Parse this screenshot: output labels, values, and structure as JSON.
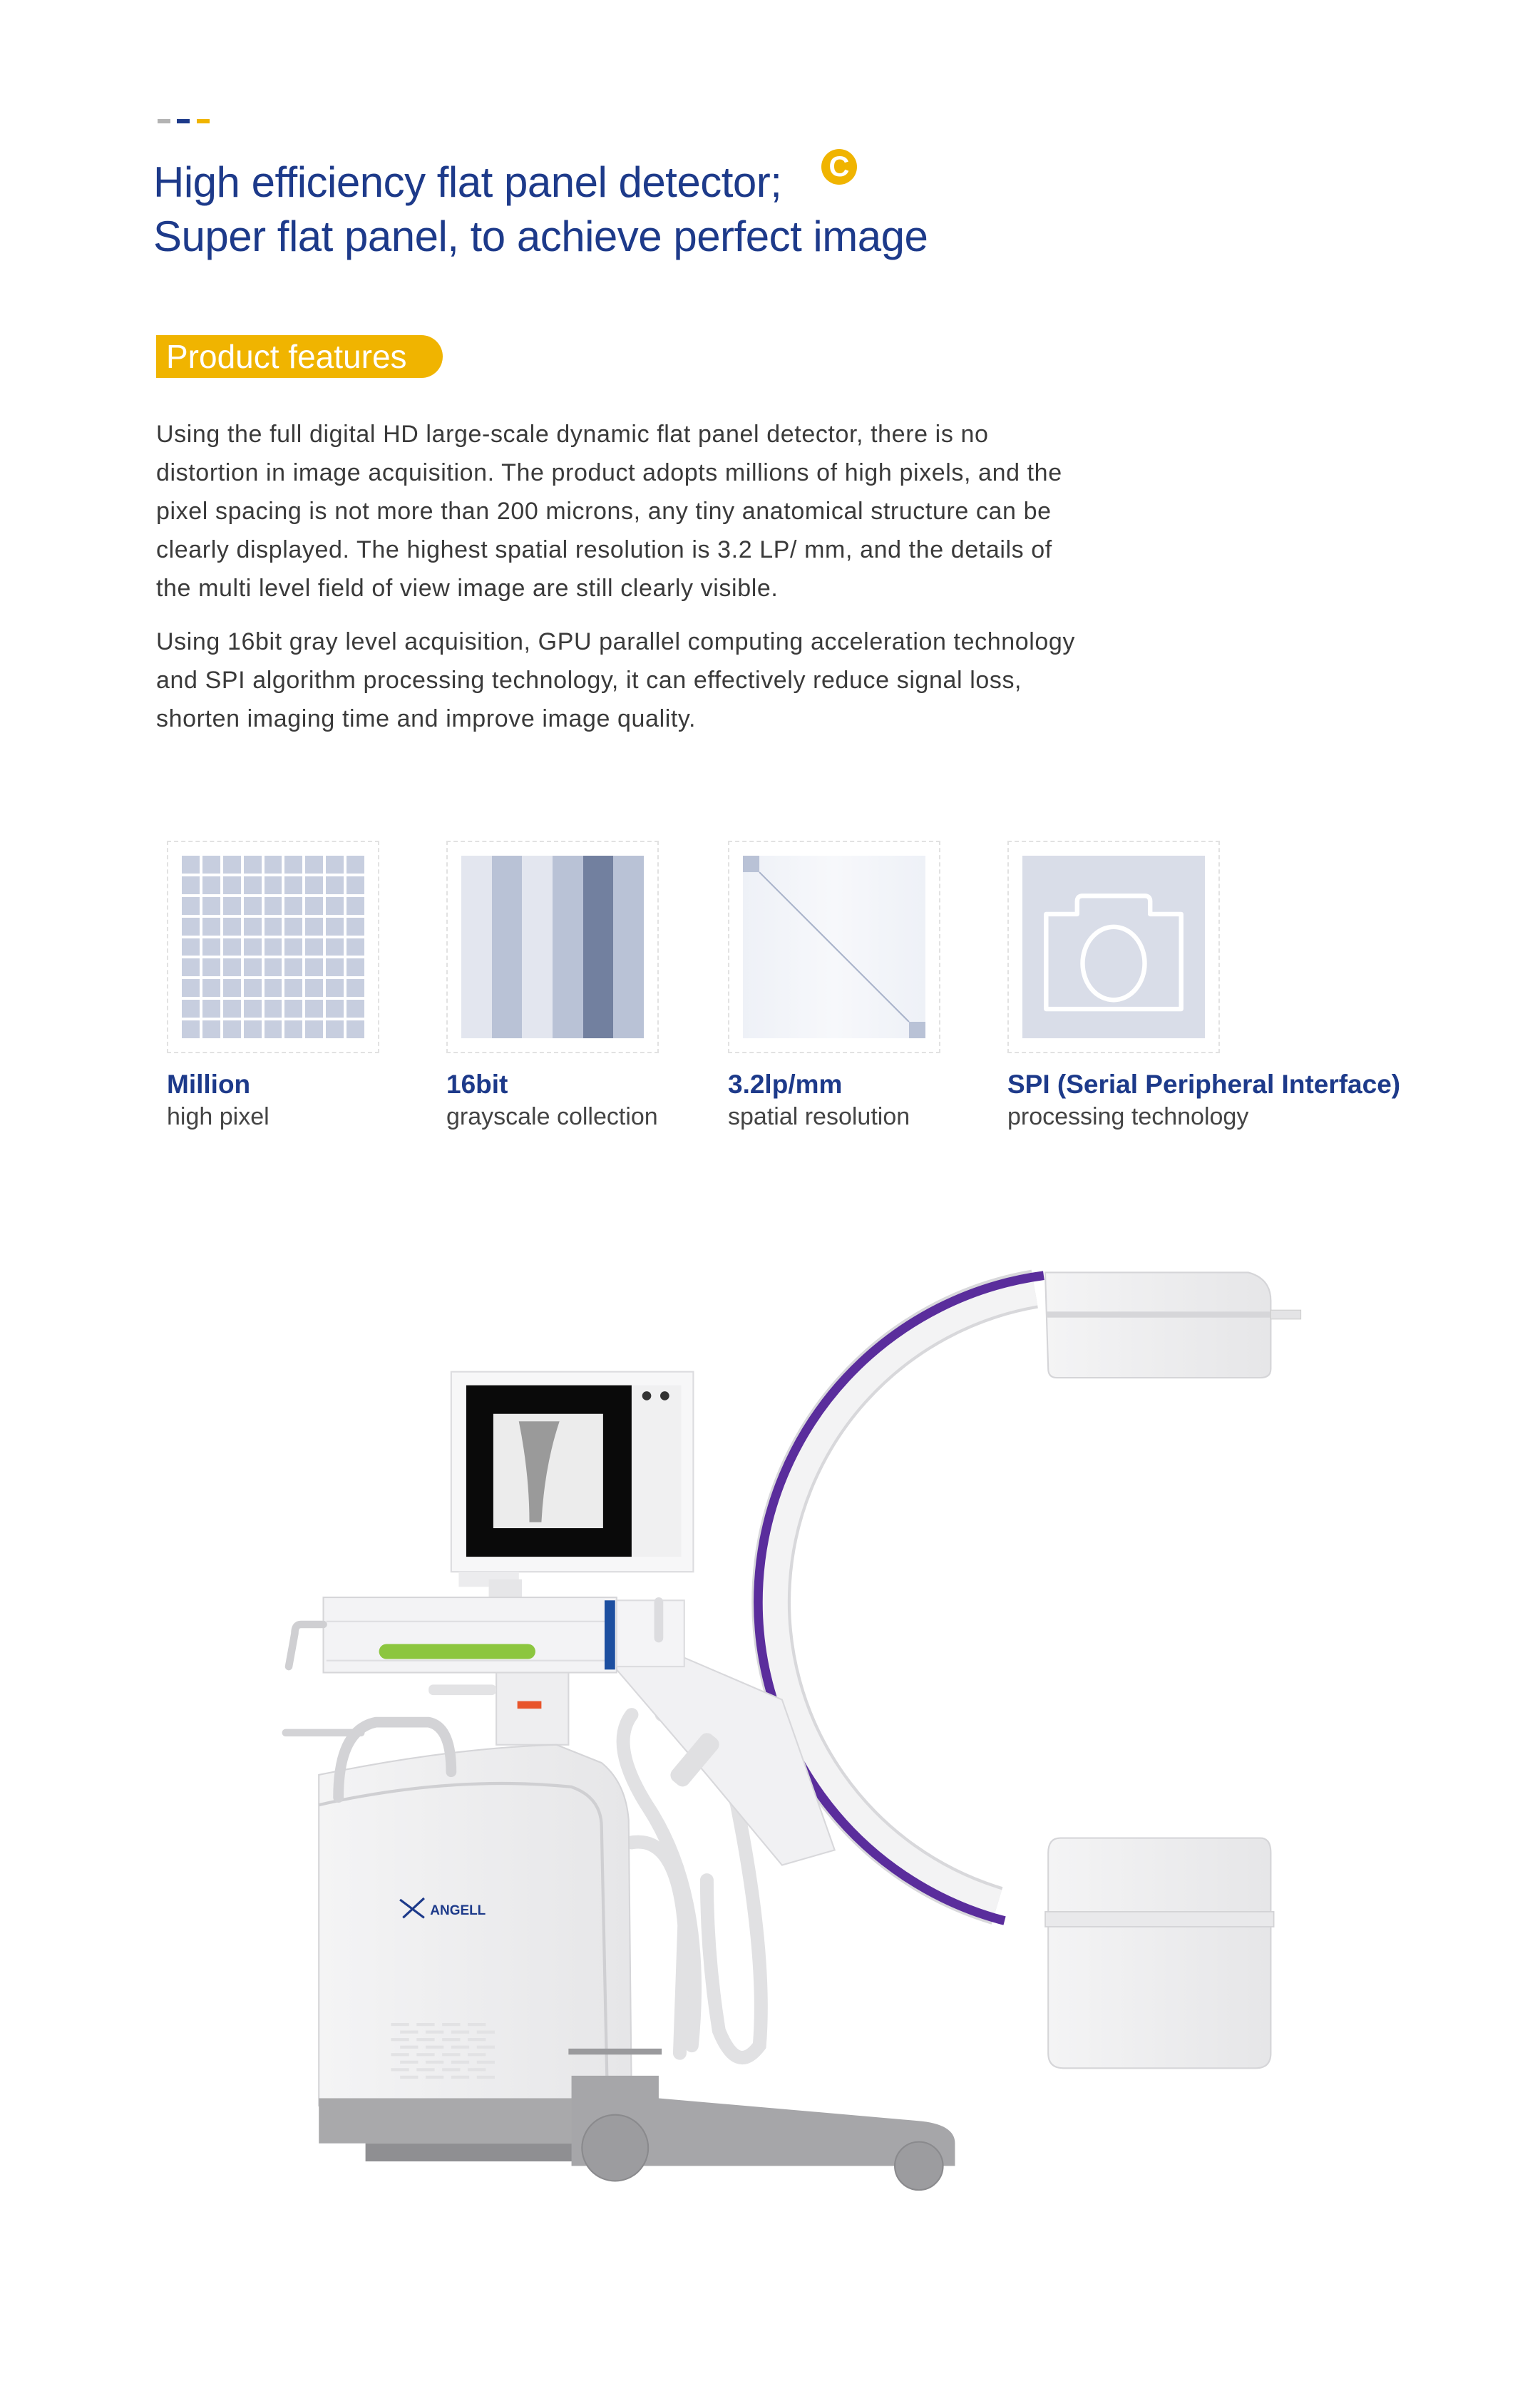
{
  "header": {
    "accent_colors": [
      "#b3b3b3",
      "#1d3a8a",
      "#f0b400"
    ],
    "title_line1": "High efficiency flat panel detector;",
    "title_line2": "Super flat panel, to achieve perfect image",
    "copyright_mark": "C"
  },
  "badge": {
    "label": "Product features",
    "color": "#f0b400"
  },
  "paragraphs": [
    {
      "lines": [
        "Using the full digital HD large-scale dynamic flat panel detector, there is no",
        "distortion in image acquisition. The product adopts millions of high pixels, and the",
        "pixel spacing is not more than 200 microns, any tiny anatomical structure can be",
        "clearly displayed. The highest spatial resolution is 3.2 LP/ mm, and the details of",
        "the multi level field of view image are still clearly visible."
      ]
    },
    {
      "lines": [
        "Using 16bit gray level acquisition, GPU parallel computing acceleration technology",
        "and SPI algorithm processing technology, it can effectively reduce signal loss,",
        "shorten imaging time and improve image quality."
      ]
    }
  ],
  "features": [
    {
      "icon": "pixel-grid-icon",
      "title": "Million",
      "subtitle": "high pixel"
    },
    {
      "icon": "grayscale-stripes-icon",
      "title": "16bit",
      "subtitle": "grayscale collection"
    },
    {
      "icon": "diagonal-line-icon",
      "title": "3.2lp/mm",
      "subtitle": "spatial resolution"
    },
    {
      "icon": "camera-icon",
      "title": "SPI (Serial Peripheral Interface)",
      "subtitle": "processing technology"
    }
  ],
  "product": {
    "logo_text": "ANGELL",
    "arc_color": "#5a2d9c",
    "indicator_color": "#8cc63f"
  }
}
